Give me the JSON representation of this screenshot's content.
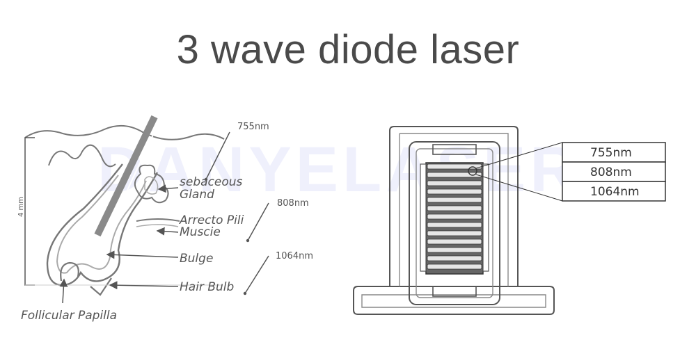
{
  "title": "3 wave diode laser",
  "watermark": "DANYELASER",
  "hair_diagram": {
    "scale_label": "4 mm",
    "wavelength_marks": [
      "755nm",
      "808nm",
      "1064nm"
    ],
    "labels": {
      "sebaceous_1": "sebaceous",
      "sebaceous_2": "Gland",
      "arrecto_1": "Arrecto Pili",
      "arrecto_2": "Muscie",
      "bulge": "Bulge",
      "hair_bulb": "Hair Bulb",
      "papilla": "Follicular Papilla"
    }
  },
  "handpiece": {
    "wavelengths": [
      "755nm",
      "808nm",
      "1064nm"
    ]
  }
}
